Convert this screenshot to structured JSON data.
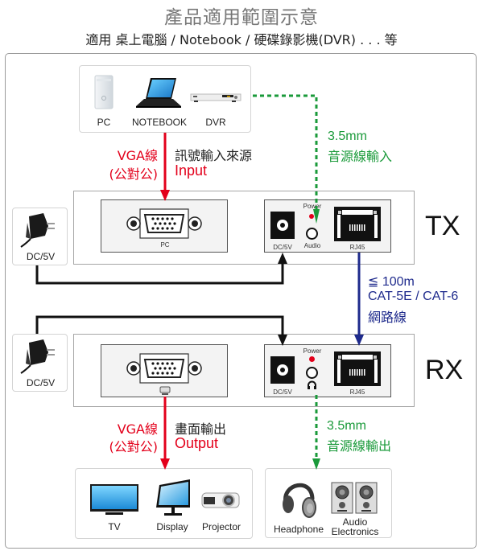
{
  "header": {
    "title": "產品適用範圍示意",
    "subtitle": "適用 桌上電腦 / Notebook / 硬碟錄影機(DVR) . . . 等"
  },
  "sources": {
    "items": [
      {
        "label": "PC",
        "icon": "pc-tower-icon"
      },
      {
        "label": "NOTEBOOK",
        "icon": "laptop-icon"
      },
      {
        "label": "DVR",
        "icon": "dvr-icon"
      }
    ]
  },
  "input_cable": {
    "vga_label": "VGA線",
    "vga_sub": "(公對公)",
    "signal_label": "訊號輸入來源",
    "signal_en": "Input"
  },
  "audio_in": {
    "size": "3.5mm",
    "label": "音源線輸入"
  },
  "tx": {
    "name": "TX",
    "vga_port_label": "PC",
    "dc_label": "DC/5V",
    "power_label": "Power",
    "audio_label": "Audio",
    "rj45_label": "RJ45"
  },
  "adapters": {
    "tx_label": "DC/5V",
    "rx_label": "DC/5V"
  },
  "network": {
    "distance": "≦ 100m",
    "cable_type": "CAT-5E / CAT-6",
    "cable_label": "網路線"
  },
  "rx": {
    "name": "RX",
    "dc_label": "DC/5V",
    "power_label": "Power",
    "rj45_label": "RJ45"
  },
  "output_cable": {
    "vga_label": "VGA線",
    "vga_sub": "(公對公)",
    "signal_label": "畫面輸出",
    "signal_en": "Output"
  },
  "audio_out": {
    "size": "3.5mm",
    "label": "音源線輸出"
  },
  "displays": {
    "items": [
      {
        "label": "TV",
        "icon": "tv-icon"
      },
      {
        "label": "Display",
        "icon": "monitor-icon"
      },
      {
        "label": "Projector",
        "icon": "projector-icon"
      }
    ]
  },
  "audio_devices": {
    "items": [
      {
        "label": "Headphone",
        "icon": "headphone-icon"
      },
      {
        "label": "Audio\nElectronics",
        "label_line1": "Audio",
        "label_line2": "Electronics",
        "icon": "speakers-icon"
      }
    ]
  },
  "colors": {
    "video": "#e3001b",
    "audio": "#1a9a3a",
    "network": "#1e2a8c",
    "power": "#111111"
  }
}
